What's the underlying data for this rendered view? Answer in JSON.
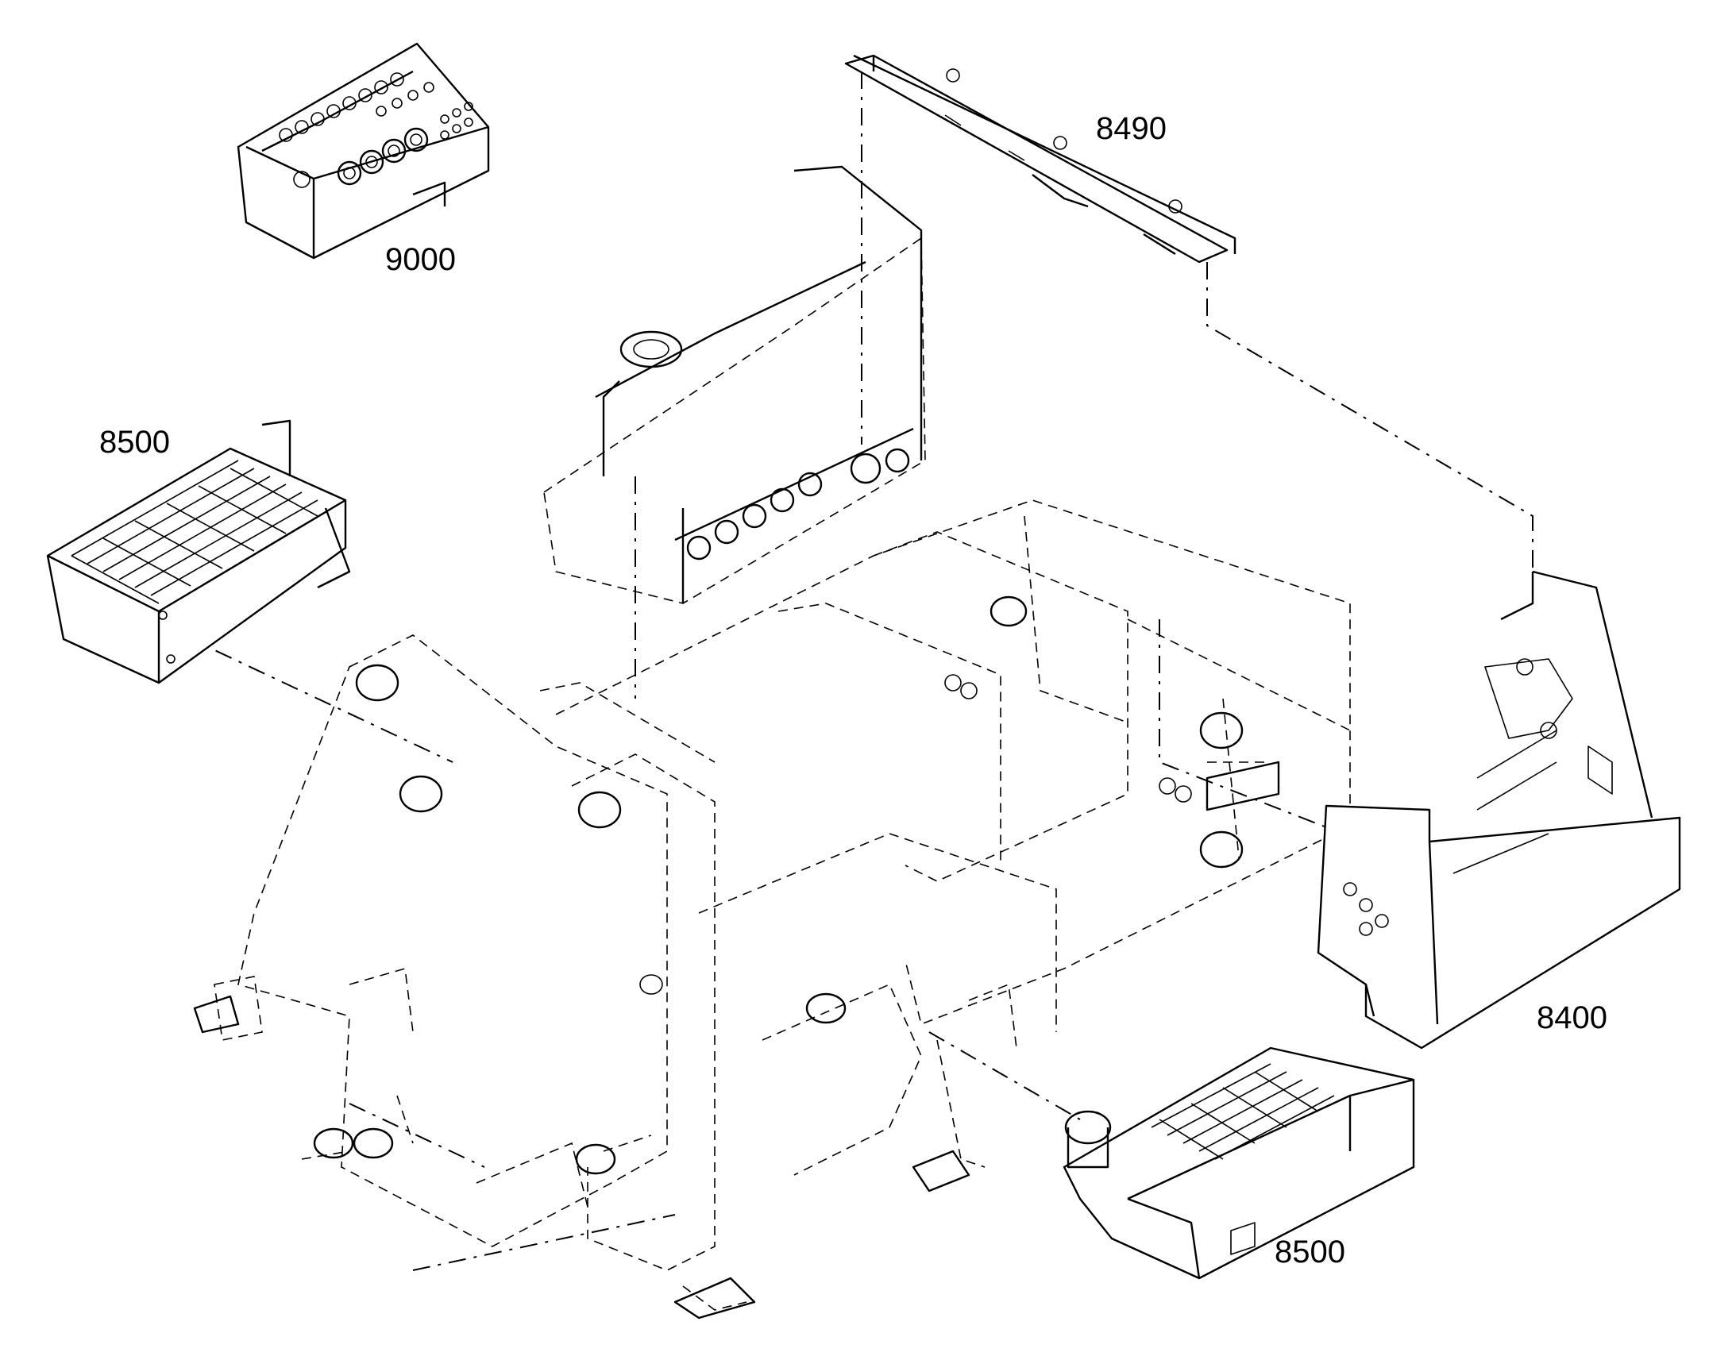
{
  "callouts": {
    "c9000": "9000",
    "c8490": "8490",
    "c8500_left": "8500",
    "c8400": "8400",
    "c8500_bottom": "8500"
  }
}
